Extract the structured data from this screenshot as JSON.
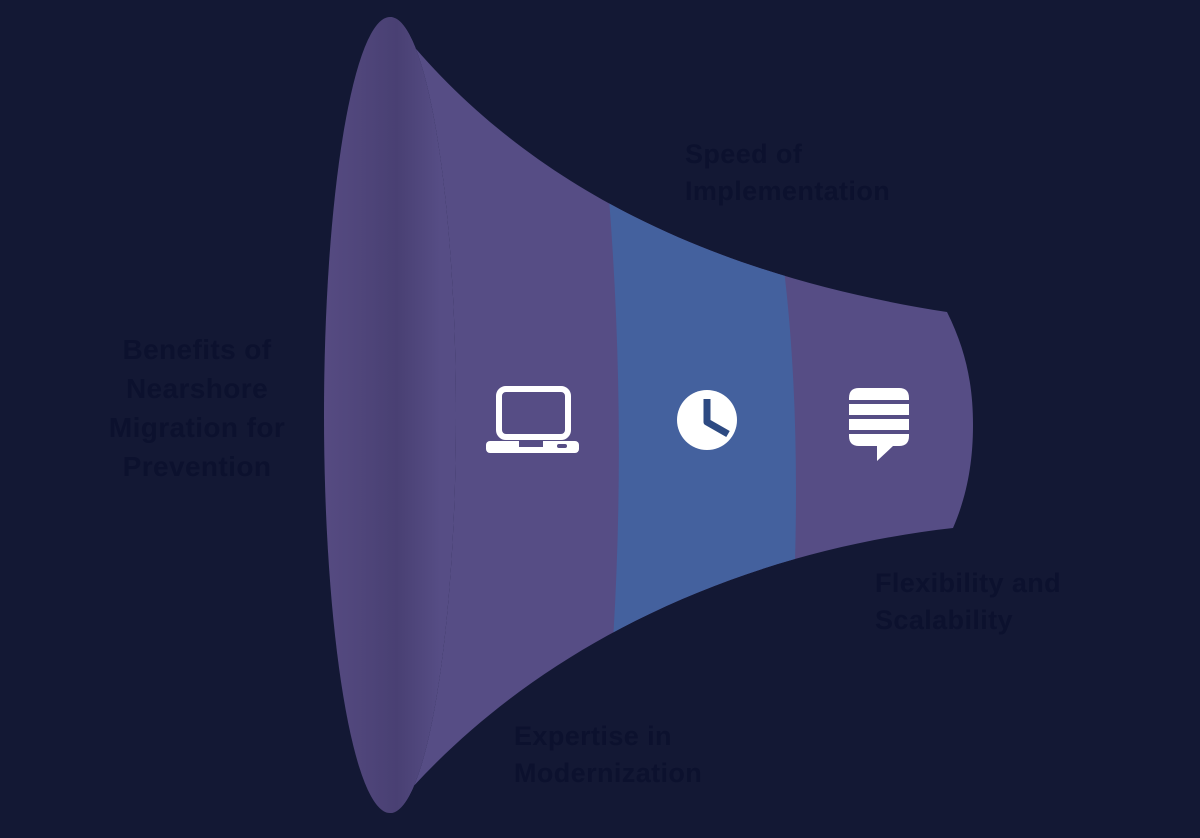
{
  "diagram_type": "funnel-horn",
  "colors": {
    "background": "#131834",
    "funnel_purple": "#564d85",
    "funnel_blue": "#44619e",
    "mouth_edge": "#564b82",
    "mouth_mid": "#494073",
    "mouth_right": "#564d85",
    "icon_white": "#ffffff",
    "clock_hand": "#2d4a82",
    "label_text": "#0c112e"
  },
  "heading": {
    "lines": [
      "Benefits of",
      "Nearshore",
      "Migration for",
      "Prevention"
    ]
  },
  "labels": {
    "speed": {
      "lines": [
        "Speed of",
        "Implementation"
      ]
    },
    "flexibility": {
      "lines": [
        "Flexibility and",
        "Scalability"
      ]
    },
    "expertise": {
      "lines": [
        "Expertise in",
        "Modernization"
      ]
    }
  },
  "segments": [
    {
      "icon": "laptop-icon",
      "label": "Expertise in Modernization",
      "color": "#564d85"
    },
    {
      "icon": "clock-icon",
      "label": "Speed of Implementation",
      "color": "#44619e"
    },
    {
      "icon": "chat-lines-icon",
      "label": "Flexibility and Scalability",
      "color": "#564d85"
    }
  ]
}
